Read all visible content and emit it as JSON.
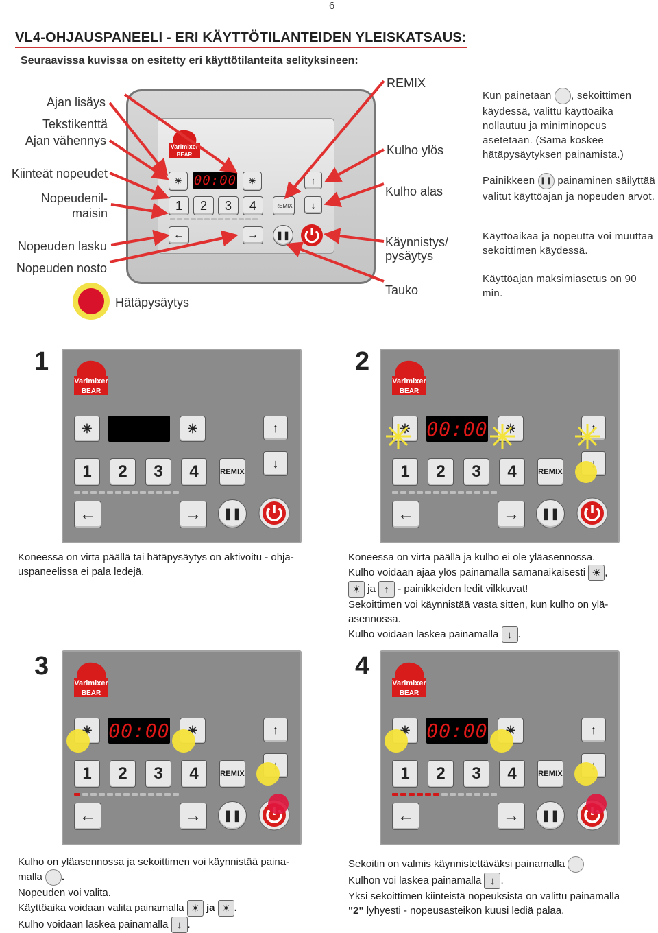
{
  "page_number": "6",
  "heading": "VL4-OHJAUSPANEELI - ERI KÄYTTÖTILANTEIDEN YLEISKATSAUS:",
  "subheading": "Seuraavissa kuvissa on esitetty eri käyttötilanteita selityksineen:",
  "overview": {
    "labels_left": [
      "Ajan lisäys",
      "Tekstikenttä",
      "Ajan vähennys",
      "Kiinteät nopeudet",
      "Nopeudenil-",
      "maisin",
      "Nopeuden lasku",
      "Nopeuden nosto"
    ],
    "label_emergency": "Hätäpysäytys",
    "labels_right": [
      "REMIX",
      "Kulho ylös",
      "Kulho alas",
      "Käynnistys/",
      "pysäytys",
      "Tauko"
    ],
    "display": "00:00",
    "speed_buttons": [
      "1",
      "2",
      "3",
      "4"
    ],
    "remix_label": "REMIX",
    "logo_brand": "Varimixer",
    "logo_sub": "BEAR"
  },
  "descriptions": {
    "p1_a": "Kun painetaan",
    "p1_b": ", sekoittimen käydessä, valittu käyttöaika nollautuu ja miniminopeus asetetaan. (Sama koskee hätäpysäytyksen painamista.)",
    "p2_a": "Painikkeen",
    "p2_b": "painaminen säilyttää valitut käyttöajan ja nopeuden arvot.",
    "p3": "Käyttöaikaa ja nopeutta voi muuttaa sekoittimen käydessä.",
    "p4": "Käyttöajan maksimiasetus on 90 min."
  },
  "panels": [
    {
      "number": "1",
      "display": "",
      "caption": [
        "Koneessa on virta päällä tai hätäpysäytys on aktivoitu - ohja-",
        "uspaneelissa ei pala ledejä."
      ]
    },
    {
      "number": "2",
      "display": "00:00",
      "caption": [
        "Koneessa on virta päällä ja kulho ei ole yläasennossa.",
        "Kulho voidaan ajaa ylös painamalla samanaikaisesti",
        ",",
        "ja",
        "- painikkeiden ledit vilkkuvat!",
        "Sekoittimen voi käynnistää vasta sitten, kun kulho on ylä-",
        "asennossa.",
        "Kulho voidaan laskea painamalla",
        "."
      ]
    },
    {
      "number": "3",
      "display": "00:00",
      "caption": [
        "Kulho on yläasennossa ja sekoittimen voi käynnistää paina-",
        "malla",
        ".",
        "Nopeuden voi valita.",
        "Käyttöaika voidaan valita painamalla",
        "ja",
        ".",
        "Kulho voidaan laskea painamalla",
        "."
      ]
    },
    {
      "number": "4",
      "display": "00:00",
      "caption": [
        "Sekoitin on valmis käynnistettäväksi painamalla",
        "Kulhon voi laskea painamalla",
        ".",
        "Yksi sekoittimen kiinteistä nopeuksista on valittu painamalla",
        "\"2\"",
        "lyhyesti - nopeusasteikon kuusi lediä palaa."
      ]
    }
  ],
  "colors": {
    "accent_red": "#d21818",
    "led_yellow": "#f4e33a",
    "panel_grey": "#8b8b8b"
  },
  "icons": [
    "time-plus-icon",
    "time-minus-icon",
    "bowl-up-icon",
    "bowl-down-icon",
    "arrow-left-icon",
    "arrow-right-icon",
    "pause-icon",
    "power-icon"
  ]
}
